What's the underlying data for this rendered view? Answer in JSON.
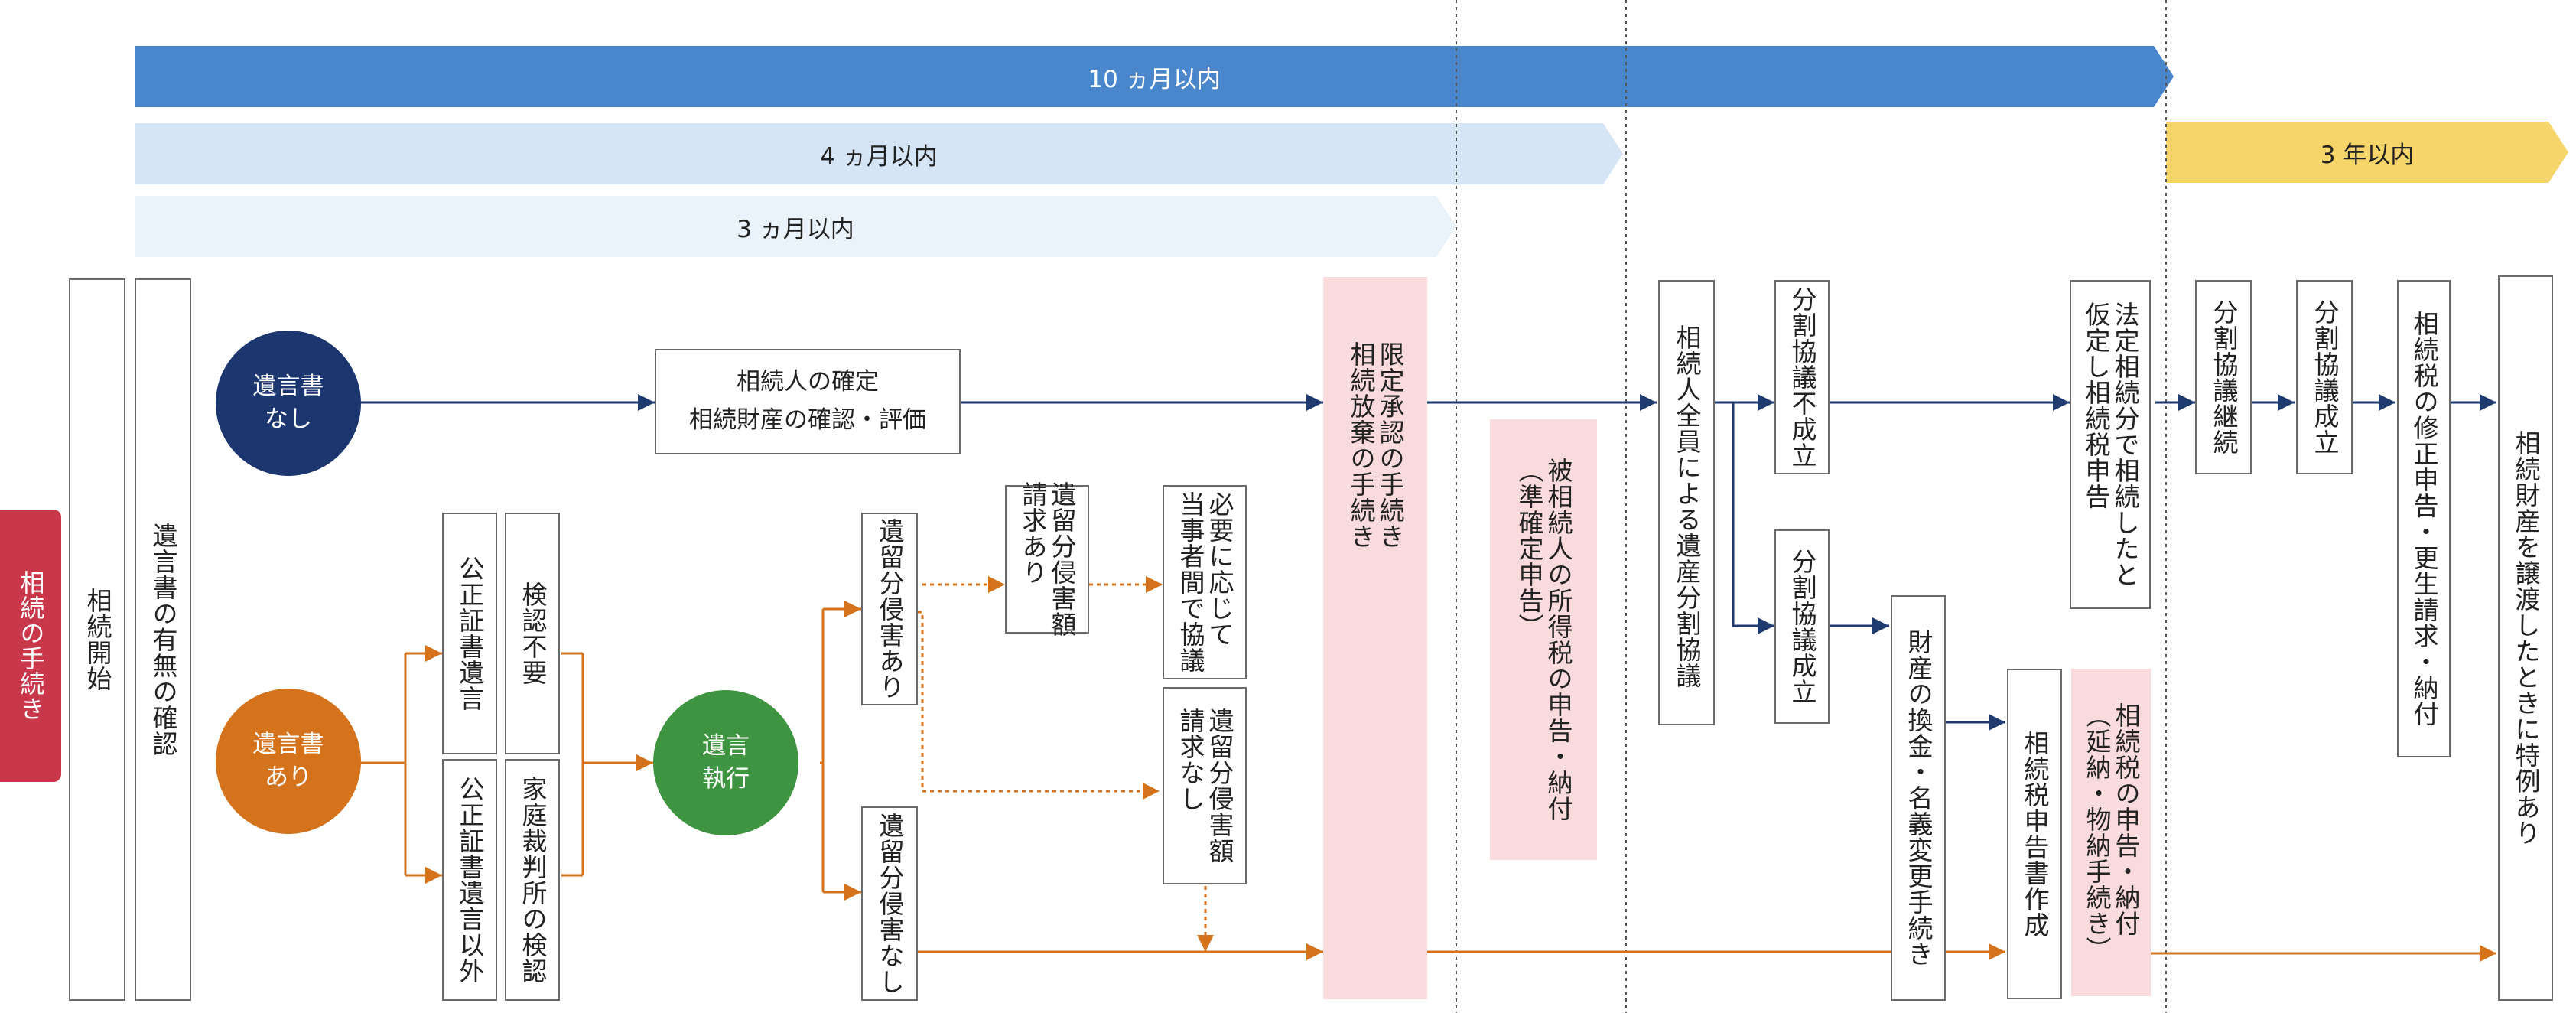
{
  "colors": {
    "blue_dark": "#1f3a6e",
    "navy_circle": "#1c3670",
    "orange": "#d4731c",
    "green": "#3e9440",
    "bar_10m": "#4a86cc",
    "bar_4m": "#d5e5f6",
    "bar_3m": "#eaf3fb",
    "bar_3y": "#f6d56a",
    "side_tab": "#c8374a",
    "pink": "#f9dadd"
  },
  "bars": {
    "ten_months": "10 ヵ月以内",
    "four_months": "4 ヵ月以内",
    "three_months": "3 ヵ月以内",
    "three_years": "3 年以内"
  },
  "side_tab": "相続の手続き",
  "boxes": {
    "start": "相続開始",
    "will_check": "遺言書の有無の確認",
    "heir_confirm": "相続人の確定\n相続財産の確認・評価",
    "notarized_will": "公正証書遺言",
    "no_probate": "検認不要",
    "other_will": "公正証書遺言以外",
    "court_probate": "家庭裁判所の検認",
    "infringe_yes": "遺留分侵害あり",
    "infringe_no": "遺留分侵害なし",
    "claim_yes": "遺留分侵害額\n請求あり",
    "negotiate": "必要に応じて\n当事者間で協議",
    "claim_no": "遺留分侵害額\n請求なし",
    "renounce": "限定承認の手続き\n相続放棄の手続き",
    "income_tax": "被相続人の所得税の申告・納付\n（準確定申告）",
    "division_meeting": "相続人全員による遺産分割協議",
    "division_fail": "分割協議不成立",
    "division_ok": "分割協議成立",
    "asset_transfer": "財産の換金・名義変更手続き",
    "tax_return_prep": "相続税申告書作成",
    "tax_filing": "相続税の申告・納付\n（延納・物納手続き）",
    "provisional_filing": "法定相続分で相続したと\n仮定し相続税申告",
    "division_continue": "分割協議継続",
    "division_ok2": "分割協議成立",
    "amend_filing": "相続税の修正申告・更生請求・納付",
    "special_case": "相続財産を譲渡したときに特例あり"
  },
  "circles": {
    "no_will": "遺言書\nなし",
    "has_will": "遺言書\nあり",
    "execution": "遺言\n執行"
  }
}
